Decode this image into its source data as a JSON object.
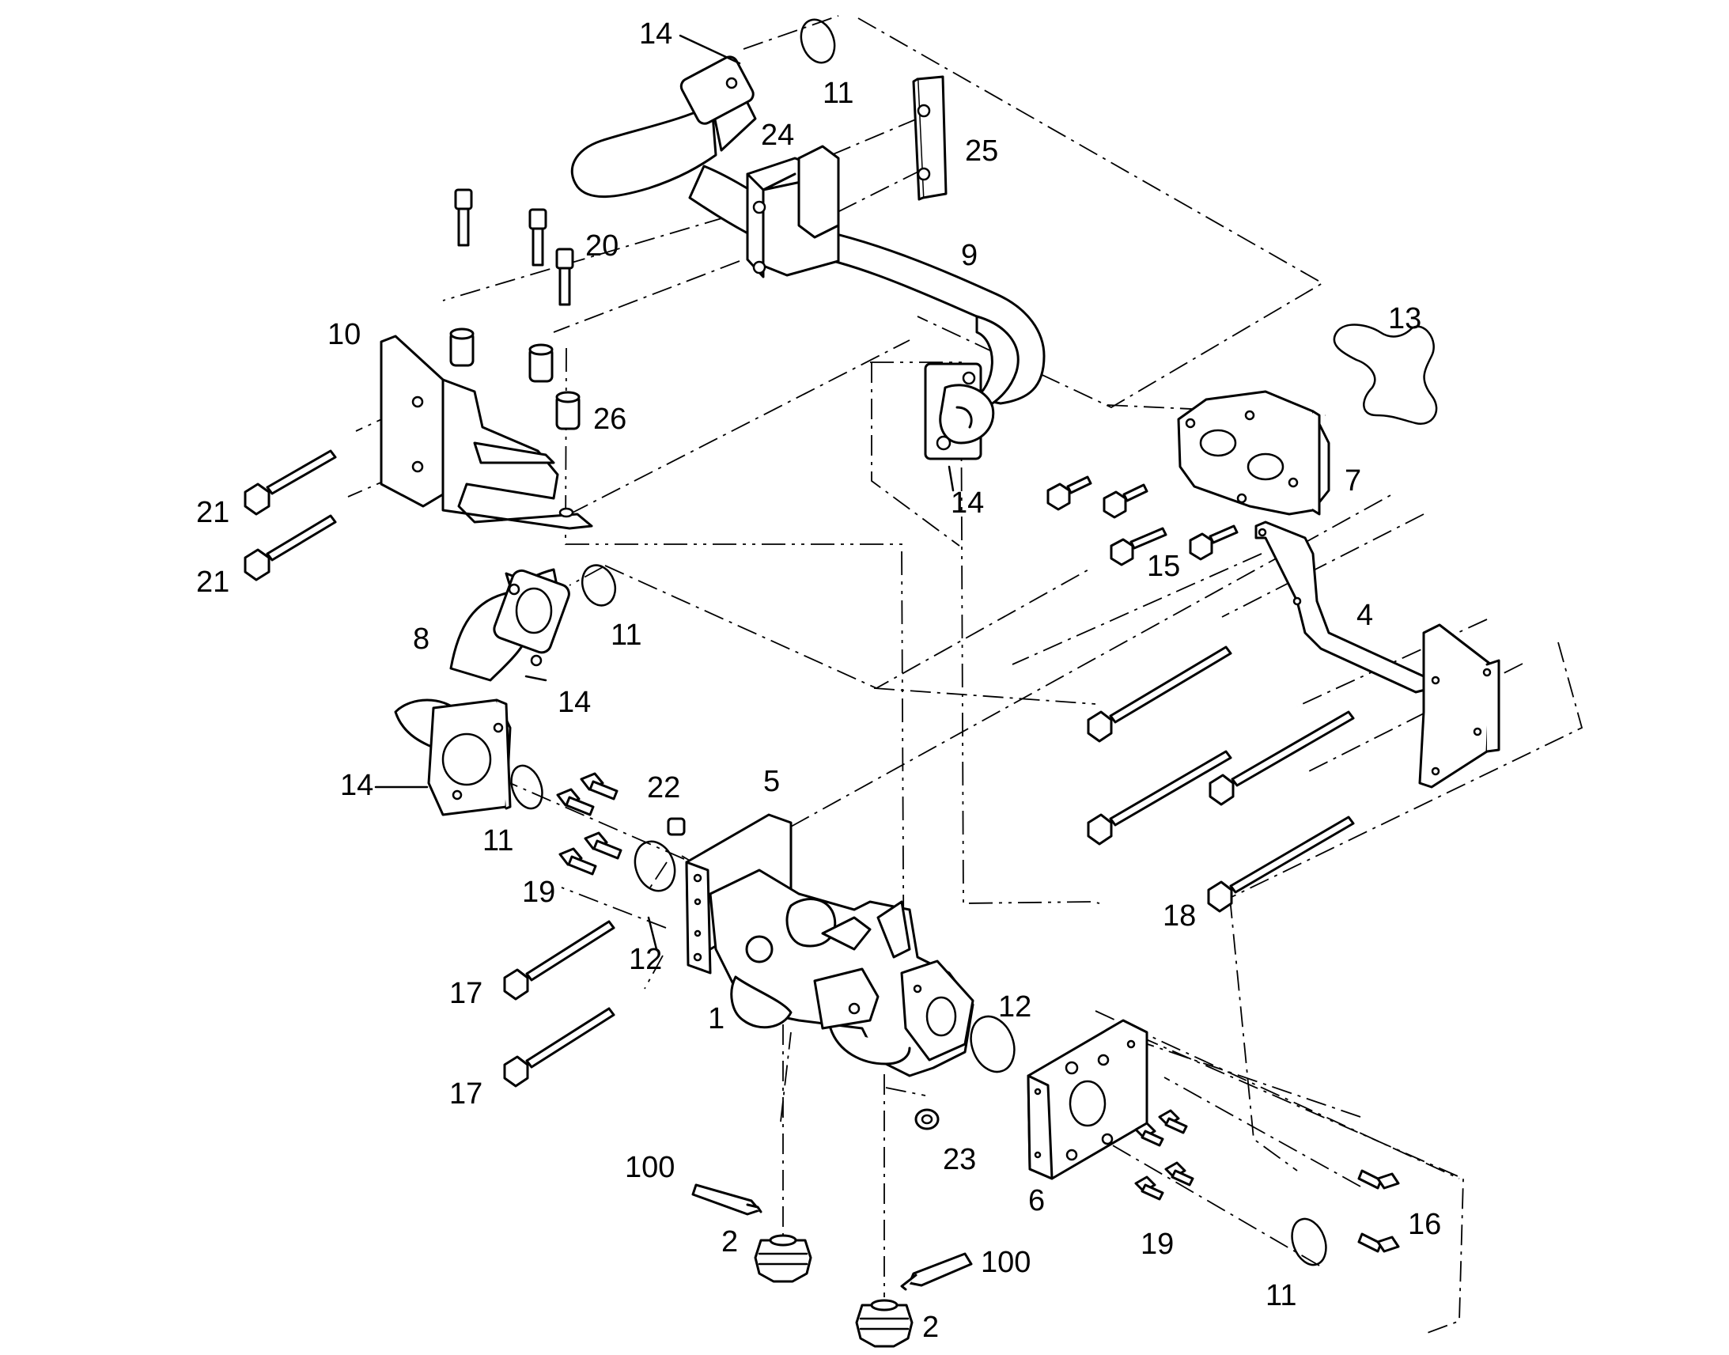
{
  "callouts": [
    {
      "id": "c14a",
      "text": "14"
    },
    {
      "id": "c11a",
      "text": "11"
    },
    {
      "id": "c24",
      "text": "24"
    },
    {
      "id": "c25",
      "text": "25"
    },
    {
      "id": "c20",
      "text": "20"
    },
    {
      "id": "c9",
      "text": "9"
    },
    {
      "id": "c13",
      "text": "13"
    },
    {
      "id": "c10",
      "text": "10"
    },
    {
      "id": "c26",
      "text": "26"
    },
    {
      "id": "c14b",
      "text": "14"
    },
    {
      "id": "c7",
      "text": "7"
    },
    {
      "id": "c21a",
      "text": "21"
    },
    {
      "id": "c21b",
      "text": "21"
    },
    {
      "id": "c15",
      "text": "15"
    },
    {
      "id": "c11b",
      "text": "11"
    },
    {
      "id": "c4",
      "text": "4"
    },
    {
      "id": "c8",
      "text": "8"
    },
    {
      "id": "c14c",
      "text": "14"
    },
    {
      "id": "c14d",
      "text": "14"
    },
    {
      "id": "c22",
      "text": "22"
    },
    {
      "id": "c5",
      "text": "5"
    },
    {
      "id": "c11c",
      "text": "11"
    },
    {
      "id": "c19a",
      "text": "19"
    },
    {
      "id": "c18",
      "text": "18"
    },
    {
      "id": "c12a",
      "text": "12"
    },
    {
      "id": "c17a",
      "text": "17"
    },
    {
      "id": "c1",
      "text": "1"
    },
    {
      "id": "c12b",
      "text": "12"
    },
    {
      "id": "c17b",
      "text": "17"
    },
    {
      "id": "c23",
      "text": "23"
    },
    {
      "id": "c100a",
      "text": "100"
    },
    {
      "id": "c6",
      "text": "6"
    },
    {
      "id": "c16",
      "text": "16"
    },
    {
      "id": "c19b",
      "text": "19"
    },
    {
      "id": "c2a",
      "text": "2"
    },
    {
      "id": "c100b",
      "text": "100"
    },
    {
      "id": "c11d",
      "text": "11"
    },
    {
      "id": "c2b",
      "text": "2"
    }
  ]
}
